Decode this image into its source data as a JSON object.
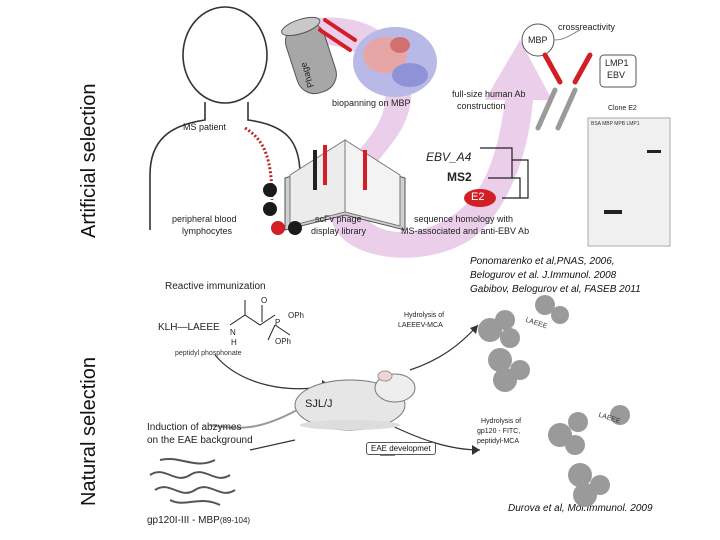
{
  "side_labels": {
    "top": "Artificial selection",
    "bottom": "Natural selection"
  },
  "artificial": {
    "ms_patient": "MS patient",
    "phage": "Phage",
    "biopanning": "biopanning on MBP",
    "mbp": "MBP",
    "crossreactivity": "crossreactivity",
    "lmp1": "LMP1",
    "ebv": "EBV",
    "full_size_ab_line1": "full-size human Ab",
    "full_size_ab_line2": "construction",
    "clone": "Clone E2",
    "blot_header": "BSA MBP MPB LMP1",
    "ebv_a4": "EBV_A4",
    "ms2": "MS2",
    "e2": "E2",
    "pbl_line1": "peripheral blood",
    "pbl_line2": "lymphocytes",
    "scfv_line1": "scFv phage",
    "scfv_line2": "display library",
    "homology_line1": "sequence homology with",
    "homology_line2": "MS-associated and anti-EBV Ab"
  },
  "references": {
    "ref1_line1": "Ponomarenko et al,PNAS, 2006,",
    "ref1_line2": "Belogurov et al. J.Immunol. 2008",
    "ref1_line3": "Gabibov, Belogurov et al, FASEB 2011",
    "ref2": "Durova et al, Mol.Immunol. 2009"
  },
  "natural": {
    "reactive_immunization": "Reactive immunization",
    "klh": "KLH—LAEEE",
    "nh": "N",
    "h": "H",
    "p": "P",
    "o": "O",
    "oph1": "OPh",
    "oph2": "OPh",
    "peptidyl": "peptidyl phosphonate",
    "hydrolysis1_line1": "Hydrolysis of",
    "hydrolysis1_line2": "LAEEEV-MCA",
    "mouse": "SJL/J",
    "induction_line1": "Induction of abzymes",
    "induction_line2": "on the EAE background",
    "eae": "EAE developmet",
    "hydrolysis2_line1": "Hydrolysis of",
    "hydrolysis2_line2": "gp120 - FITC,",
    "hydrolysis2_line3": "peptidyl-MCA",
    "laeee1": "LAEEE",
    "laeee2": "LAEEE",
    "gp120": "gp120I-III - MBP",
    "gp120_range": "(89-104)"
  },
  "colors": {
    "arrow_pink": "#e7c7e6",
    "red": "#d21f26",
    "dark": "#1a1a1a",
    "gray_antibody": "#9a9a9a"
  }
}
